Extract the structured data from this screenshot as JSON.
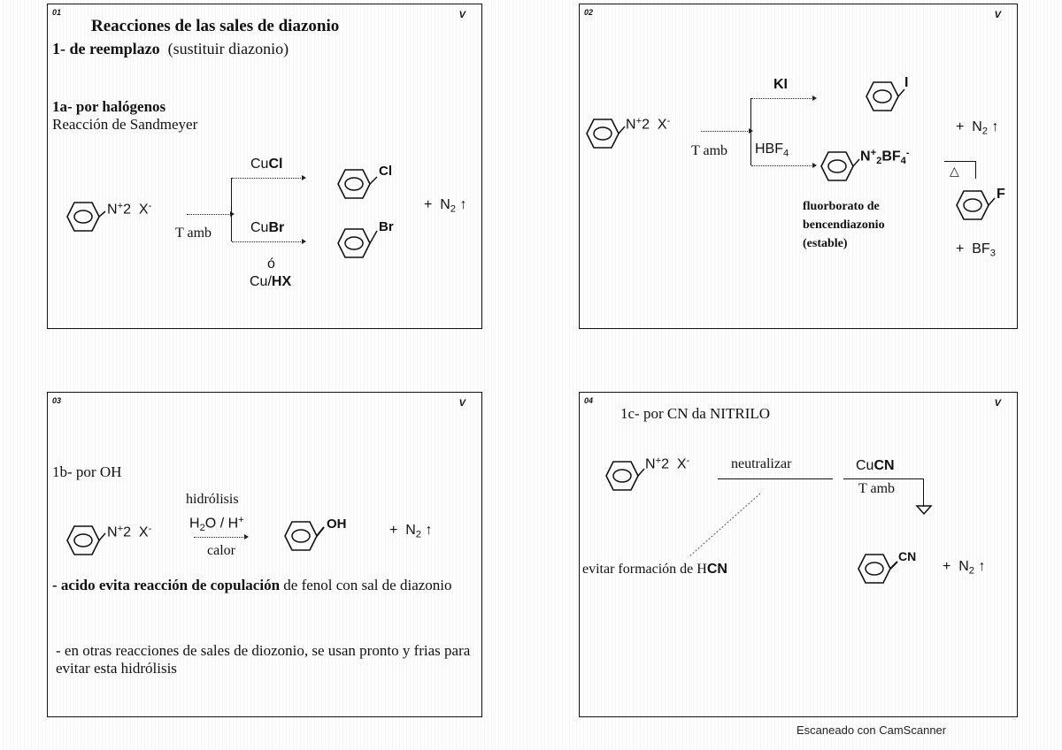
{
  "slides": [
    {
      "number": "01",
      "mark": "V",
      "title": "Reacciones de las sales de diazonio",
      "subtitle_bold": "1- de reemplazo",
      "subtitle_rest": "(sustituir diazonio)",
      "section_bold": "1a- por halógenos",
      "section_sub": "Reacción de Sandmeyer",
      "reactant": {
        "main": "N",
        "sup": "+",
        "sub": "2",
        "anion": "X",
        "anion_sup": "-"
      },
      "condition": "T amb",
      "branch1_reagent_pre": "Cu",
      "branch1_reagent_bold": "Cl",
      "branch2_reagent_pre": "Cu",
      "branch2_reagent_bold": "Br",
      "alt_or": "ó",
      "alt_reagent_pre": "Cu/",
      "alt_reagent_bold": "HX",
      "product1_sub": "Cl",
      "product2_sub": "Br",
      "byproduct": {
        "plus": "+",
        "main": "N",
        "sub": "2",
        "arrow": "↑"
      }
    },
    {
      "number": "02",
      "mark": "V",
      "reactant": {
        "main": "N",
        "sup": "+",
        "sub": "2",
        "anion": "X",
        "anion_sup": "-"
      },
      "condition": "T amb",
      "branch1_reagent": "KI",
      "branch2_reagent_pre": "HBF",
      "branch2_reagent_sub": "4",
      "product1_sub": "I",
      "intermediate": {
        "main": "N",
        "sup": "+",
        "sub": "2",
        "rest": "BF",
        "rest_sub": "4",
        "rest_sup": "-"
      },
      "heat_symbol": "△",
      "product2_sub": "F",
      "byproduct1": {
        "plus": "+",
        "main": "N",
        "sub": "2",
        "arrow": "↑"
      },
      "byproduct2": {
        "plus": "+",
        "main": "BF",
        "sub": "3"
      },
      "note_line1": "fluorborato de",
      "note_line2": "bencendiazonio",
      "note_line3": "(estable)"
    },
    {
      "number": "03",
      "mark": "V",
      "section": "1b- por OH",
      "reactant": {
        "main": "N",
        "sup": "+",
        "sub": "2",
        "anion": "X",
        "anion_sup": "-"
      },
      "above_arrow_label": "hidrólisis",
      "reagent": {
        "h": "H",
        "h_sub": "2",
        "o": "O / H",
        "sup": "+"
      },
      "below_arrow": "calor",
      "product_sub": "OH",
      "byproduct": {
        "plus": "+",
        "main": "N",
        "sub": "2",
        "arrow": "↑"
      },
      "note1_bold": "- acido evita reacción de copulación",
      "note1_rest": " de fenol con sal de diazonio",
      "note2": "- en otras reacciones  de sales de diozonio,  se usan pronto y frias para evitar  esta hidrólisis"
    },
    {
      "number": "04",
      "mark": "V",
      "section": "1c- por CN da NITRILO",
      "reactant": {
        "main": "N",
        "sup": "+",
        "sub": "2",
        "anion": "X",
        "anion_sup": "-"
      },
      "step1": "neutralizar",
      "reagent_pre": "Cu",
      "reagent_bold": "CN",
      "condition": "T amb",
      "note_pre": "evitar  formación de H",
      "note_bold": "CN",
      "product_sub": "CN",
      "byproduct": {
        "plus": "+",
        "main": "N",
        "sub": "2",
        "arrow": "↑"
      }
    }
  ],
  "footer": "Escaneado con CamScanner"
}
